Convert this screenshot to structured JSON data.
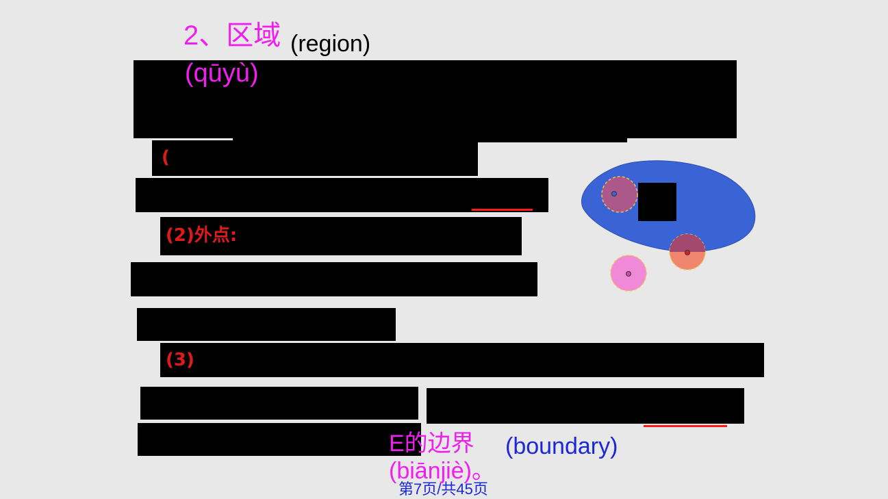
{
  "title": {
    "heading_cn": "2、区域",
    "heading_en": "(region)",
    "heading_pinyin": "(qūyù)"
  },
  "items": {
    "item1_label": "(",
    "item2_label": "(2)外点:",
    "item3_label": "(3)"
  },
  "boundary": {
    "term_cn": "E的边界",
    "term_en": "(boundary)",
    "term_pinyin": "(biānjiè)。"
  },
  "footer": {
    "page_indicator": "第7页/共45页"
  },
  "colors": {
    "accent_magenta": "#f01ff0",
    "accent_blue": "#1b27d8",
    "region_fill": "#3a64d6",
    "underline_red": "#ff1a1a",
    "label_red": "#e01a1a"
  }
}
